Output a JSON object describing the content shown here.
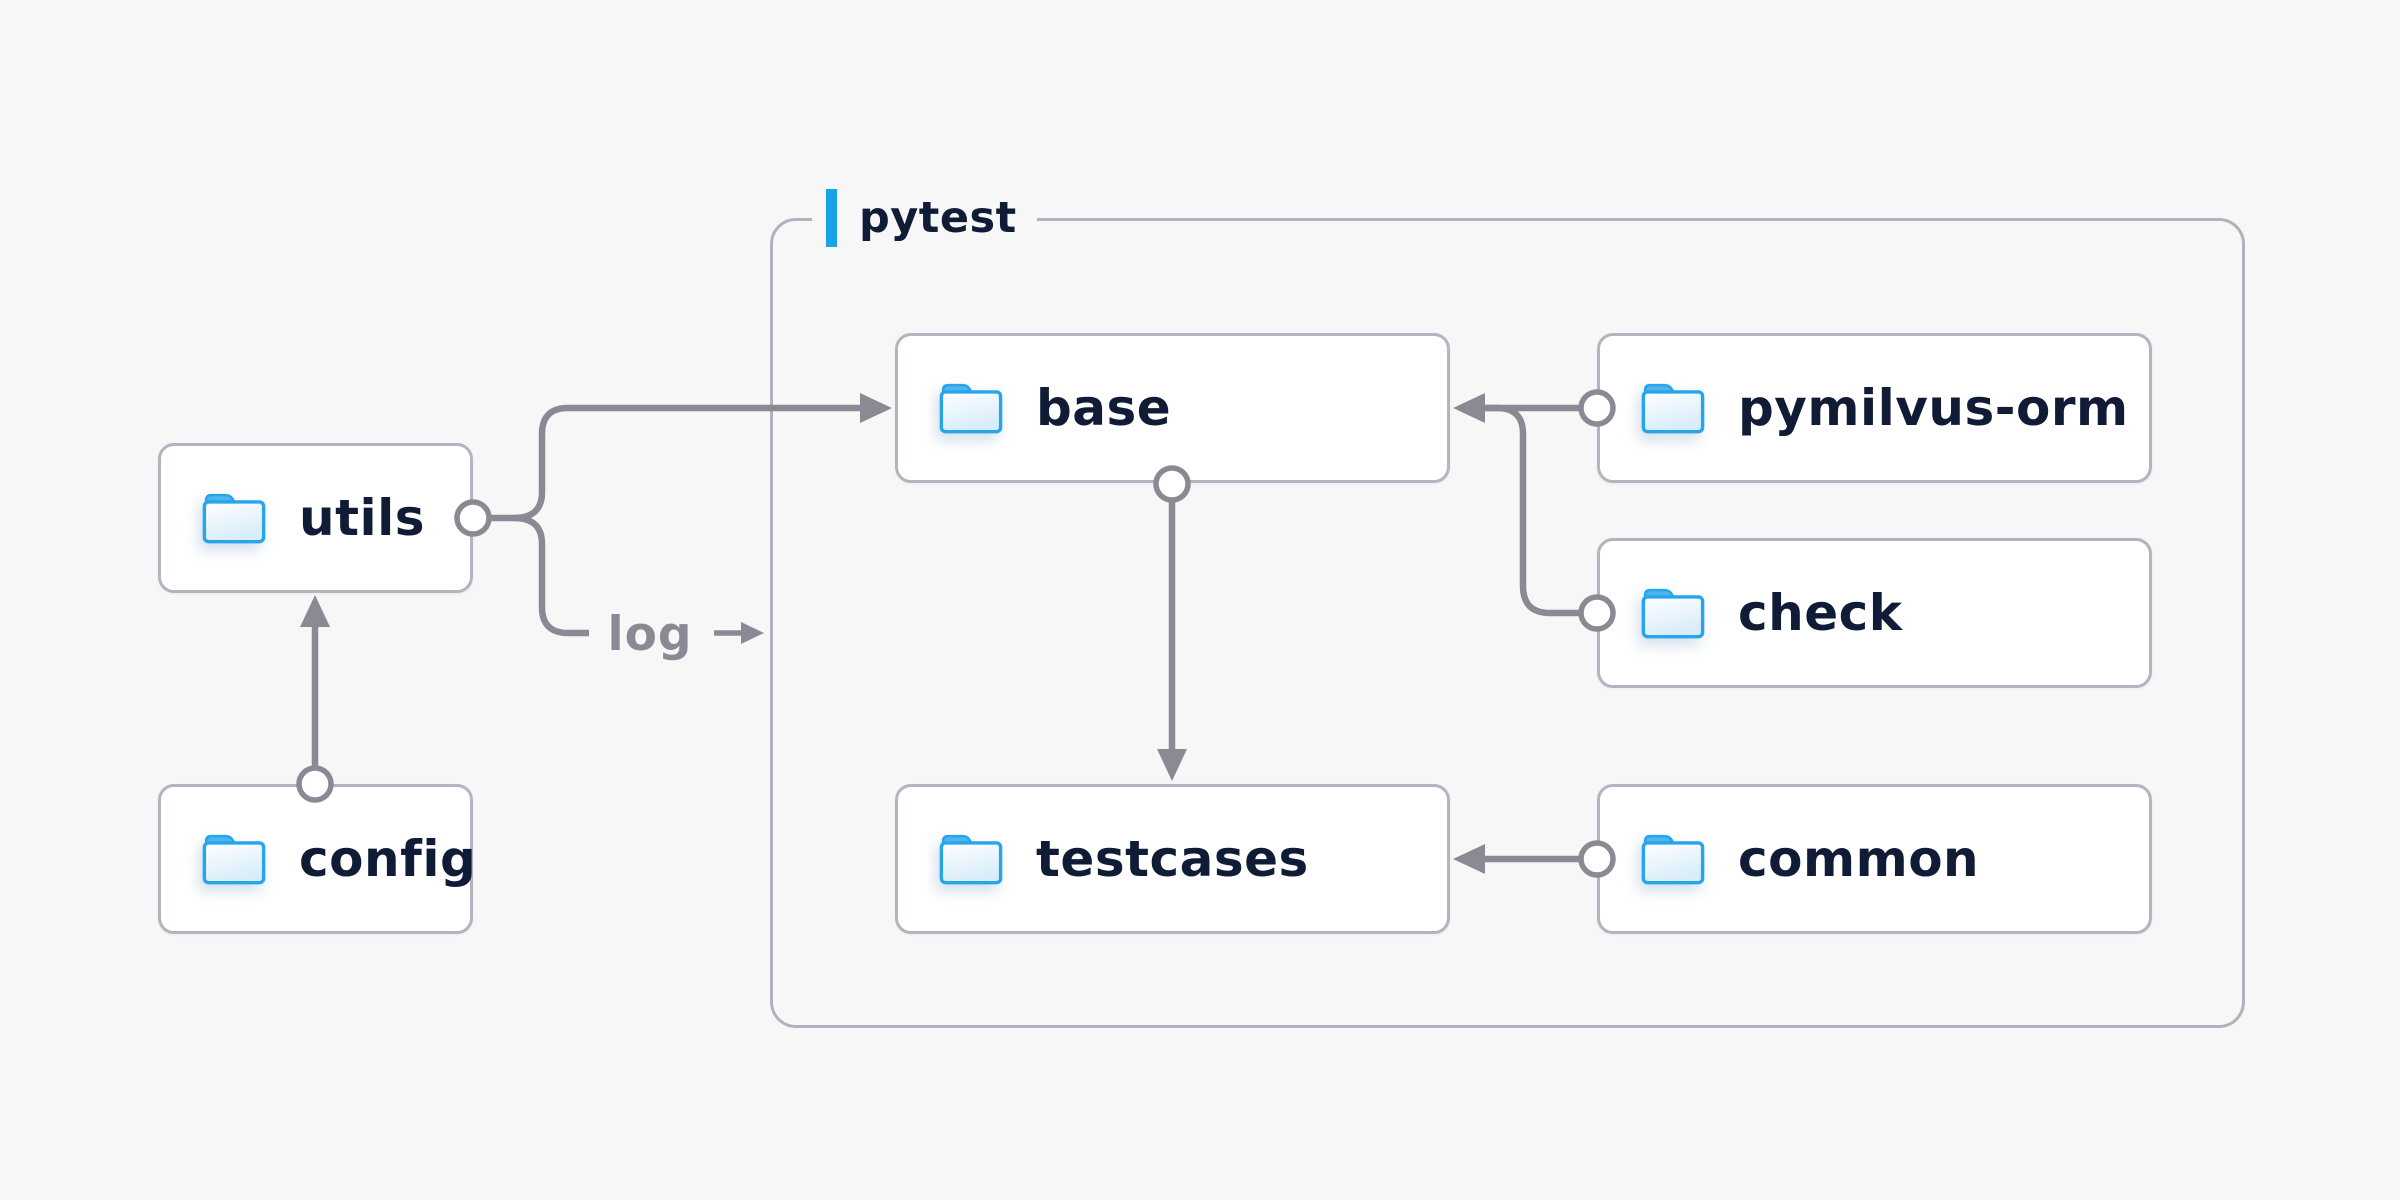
{
  "colors": {
    "background": "#f7f7f8",
    "node_fill": "#ffffff",
    "node_border": "#b4b4c0",
    "container_border": "#b2b2bf",
    "connector": "#8a8a94",
    "accent": "#18a3e9",
    "folder_blue": "#26a5eb",
    "folder_tab": "#4fb5ee",
    "folder_fill_top": "#ffffff",
    "folder_fill_bottom": "#d8ecfa",
    "text": "#101b35",
    "edge_label": "#8a8a94"
  },
  "container": {
    "label": "pytest"
  },
  "nodes": [
    {
      "id": "utils",
      "label": "utils"
    },
    {
      "id": "config",
      "label": "config"
    },
    {
      "id": "base",
      "label": "base"
    },
    {
      "id": "pymilvus-orm",
      "label": "pymilvus-orm"
    },
    {
      "id": "check",
      "label": "check"
    },
    {
      "id": "testcases",
      "label": "testcases"
    },
    {
      "id": "common",
      "label": "common"
    }
  ],
  "edges": [
    {
      "from": "config",
      "to": "utils",
      "label": ""
    },
    {
      "from": "utils",
      "to": "base",
      "label": ""
    },
    {
      "from": "utils",
      "to": "pytest",
      "label": "log",
      "arrow_glyph": "→"
    },
    {
      "from": "pymilvus-orm",
      "to": "base",
      "label": ""
    },
    {
      "from": "check",
      "to": "base",
      "label": ""
    },
    {
      "from": "base",
      "to": "testcases",
      "label": ""
    },
    {
      "from": "common",
      "to": "testcases",
      "label": ""
    }
  ]
}
